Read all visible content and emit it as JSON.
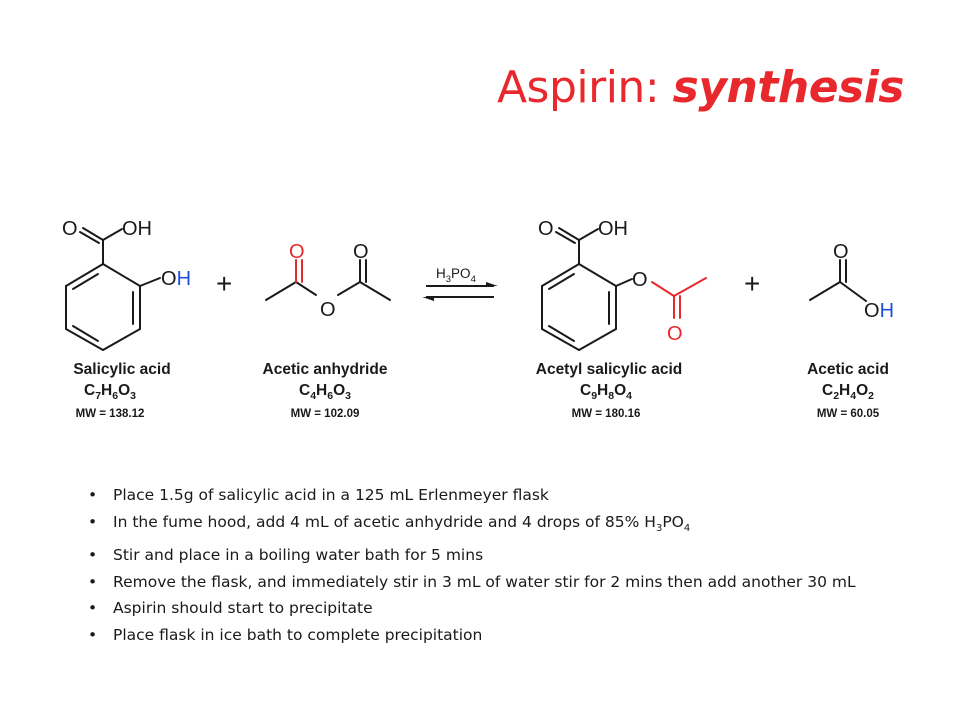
{
  "title": {
    "prefix": "Aspirin: ",
    "emphasis": "synthesis"
  },
  "scheme": {
    "catalyst": {
      "main": "H",
      "sub1": "3",
      "mid": "PO",
      "sub2": "4"
    },
    "plus_symbol": "+",
    "atoms": {
      "oxygen": "O",
      "hydroxyl_o": "O",
      "hydroxyl_h": "H",
      "oh_label": "OH"
    },
    "compounds": [
      {
        "name": "Salicylic acid",
        "formula": [
          {
            "t": "C"
          },
          {
            "s": "7"
          },
          {
            "t": "H"
          },
          {
            "s": "6"
          },
          {
            "t": "O"
          },
          {
            "s": "3"
          }
        ],
        "mw": "MW = 138.12"
      },
      {
        "name": "Acetic anhydride",
        "formula": [
          {
            "t": "C"
          },
          {
            "s": "4"
          },
          {
            "t": "H"
          },
          {
            "s": "6"
          },
          {
            "t": "O"
          },
          {
            "s": "3"
          }
        ],
        "mw": "MW = 102.09"
      },
      {
        "name": "Acetyl salicylic acid",
        "formula": [
          {
            "t": "C"
          },
          {
            "s": "9"
          },
          {
            "t": "H"
          },
          {
            "s": "8"
          },
          {
            "t": "O"
          },
          {
            "s": "4"
          }
        ],
        "mw": "MW = 180.16"
      },
      {
        "name": "Acetic acid",
        "formula": [
          {
            "t": "C"
          },
          {
            "s": "2"
          },
          {
            "t": "H"
          },
          {
            "s": "4"
          },
          {
            "t": "O"
          },
          {
            "s": "2"
          }
        ],
        "mw": "MW = 60.05"
      }
    ]
  },
  "bullets": {
    "marker": "•",
    "b1": "Place 1.5g of salicylic acid in a 125 mL Erlenmeyer flask",
    "b2_text": "In the fume hood, add 4 mL of acetic anhydride and 4 drops of 85% H",
    "b2_sub1": "3",
    "b2_mid": "PO",
    "b2_sub2": "4",
    "b3": "Stir and place in a boiling water bath for 5 mins",
    "b4": "Remove the flask, and immediately stir in 3 mL of water stir for 2 mins then add another 30 mL",
    "b5": "Aspirin should start to precipitate",
    "b6": "Place flask in ice bath to complete precipitation"
  },
  "colors": {
    "title_red": "#e8282c",
    "reactive_red": "#e8282c",
    "hydrogen_blue": "#1f4fd8",
    "text": "#1a1a1a"
  }
}
